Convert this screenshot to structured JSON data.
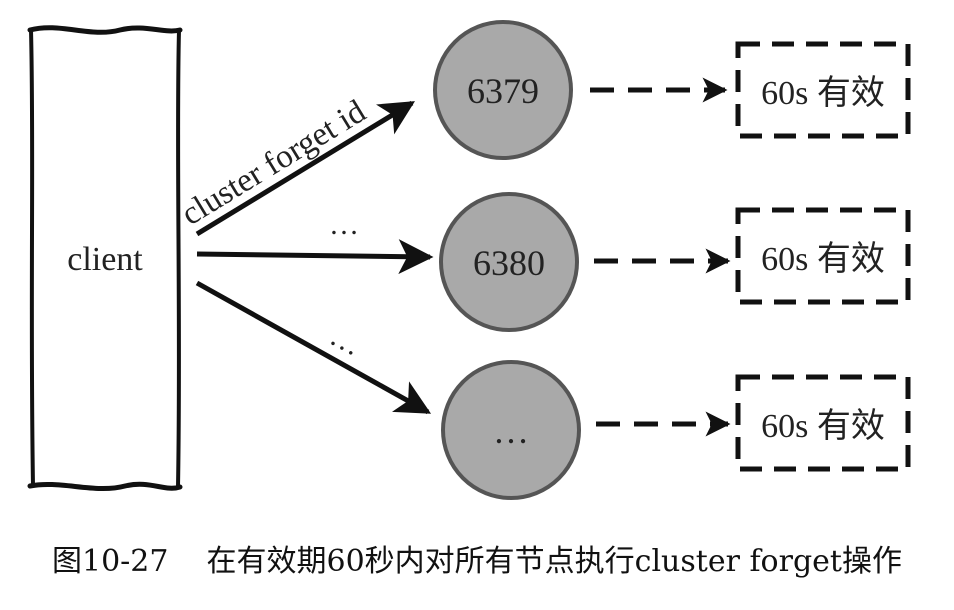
{
  "diagram": {
    "client_label": "client",
    "command_label": "cluster forget id",
    "ellipsis_middle": "…",
    "ellipsis_lower": "…",
    "nodes": [
      {
        "label": "6379",
        "status": "60s 有效"
      },
      {
        "label": "6380",
        "status": "60s 有效"
      },
      {
        "label": "…",
        "status": "60s 有效"
      }
    ],
    "colors": {
      "node_fill": "#a9a9a9",
      "node_stroke": "#555555",
      "line": "#111111"
    }
  },
  "caption": {
    "figure_number": "图10-27",
    "text": "在有效期60秒内对所有节点执行cluster forget操作"
  }
}
